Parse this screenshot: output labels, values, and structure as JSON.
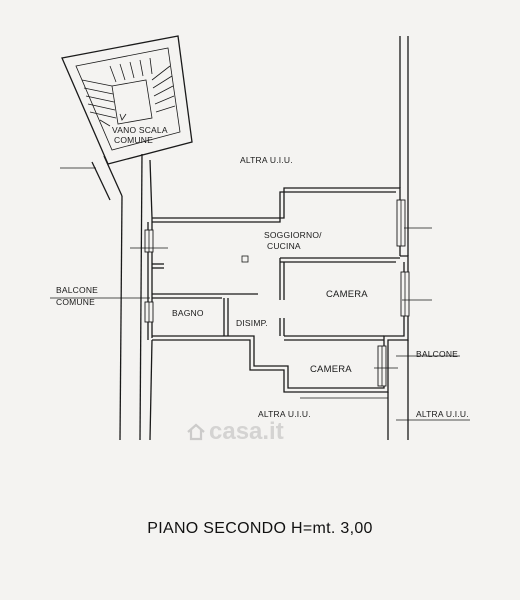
{
  "labels": {
    "vano_scala_1": "VANO SCALA",
    "vano_scala_2": "COMUNE",
    "altra_top": "ALTRA U.I.U.",
    "soggiorno_1": "SOGGIORNO/",
    "soggiorno_2": "CUCINA",
    "balcone_comune_1": "BALCONE",
    "balcone_comune_2": "COMUNE",
    "camera_1": "CAMERA",
    "bagno": "BAGNO",
    "disimp": "DISIMP.",
    "balcone_right": "BALCONE",
    "camera_2": "CAMERA",
    "altra_bottom": "ALTRA U.I.U.",
    "altra_right": "ALTRA U.I.U."
  },
  "title": "PIANO SECONDO H=mt. 3,00",
  "watermark": "casa.it"
}
